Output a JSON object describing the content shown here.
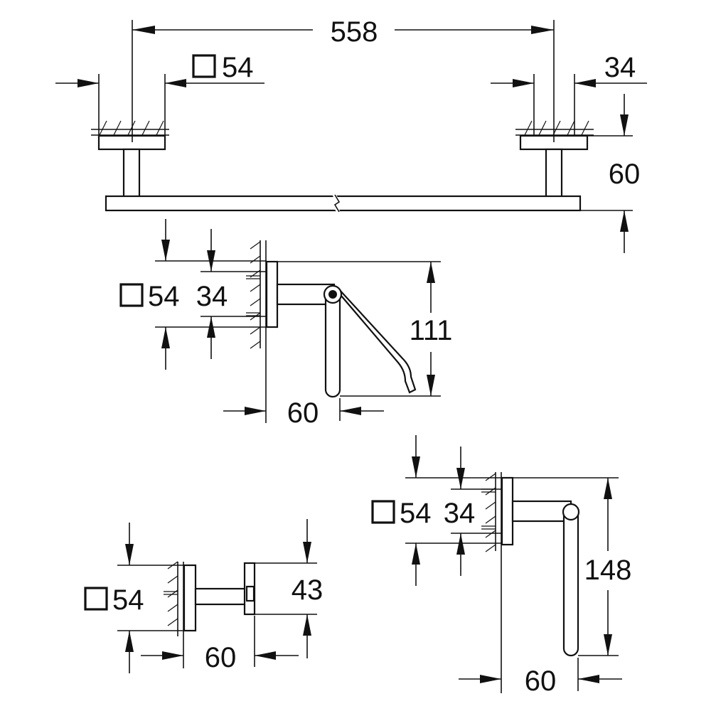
{
  "towel_bar": {
    "length": "558",
    "base_size": "54",
    "base_height": "34",
    "projection": "60"
  },
  "paper_holder": {
    "base_size": "54",
    "base_height": "34",
    "height": "111",
    "projection": "60"
  },
  "hook": {
    "base_size": "54",
    "height": "43",
    "projection": "60"
  },
  "ring": {
    "base_size": "54",
    "base_height": "34",
    "height": "148",
    "projection": "60"
  },
  "colors": {
    "line": "#111111",
    "background": "#ffffff"
  }
}
